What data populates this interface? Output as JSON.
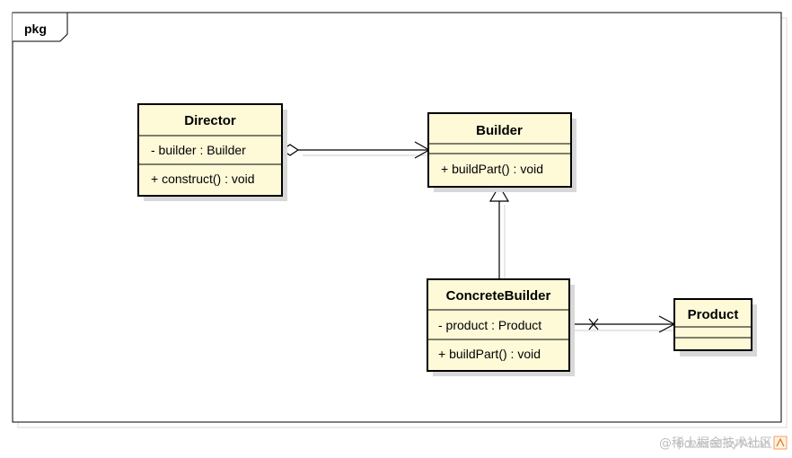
{
  "package": {
    "label": "pkg"
  },
  "classes": {
    "director": {
      "name": "Director",
      "attributes": [
        "- builder : Builder"
      ],
      "operations": [
        "+ construct() : void"
      ]
    },
    "builder": {
      "name": "Builder",
      "attributes": [],
      "operations": [
        "+ buildPart() : void"
      ]
    },
    "concrete_builder": {
      "name": "ConcreteBuilder",
      "attributes": [
        "- product : Product"
      ],
      "operations": [
        "+ buildPart() : void"
      ]
    },
    "product": {
      "name": "Product",
      "attributes": [],
      "operations": []
    }
  },
  "relationships": [
    {
      "type": "aggregation",
      "from": "Director",
      "to": "Builder"
    },
    {
      "type": "generalization",
      "from": "ConcreteBuilder",
      "to": "Builder"
    },
    {
      "type": "directed-association",
      "from": "ConcreteBuilder",
      "to": "Product",
      "source_end": "non-navigable"
    }
  ],
  "watermark": {
    "powered_by": "powered by Astah",
    "community": "@稀土掘金技术社区"
  }
}
